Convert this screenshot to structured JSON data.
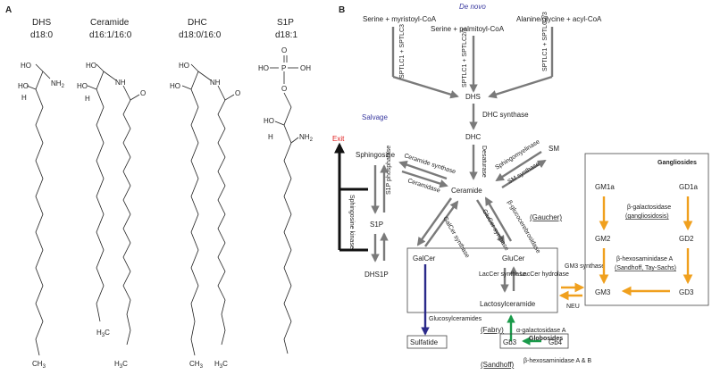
{
  "panel_a": {
    "label": "A",
    "molecules": [
      {
        "name": "DHS",
        "notation": "d18:0"
      },
      {
        "name": "Ceramide",
        "notation": "d16:1/16:0"
      },
      {
        "name": "DHC",
        "notation": "d18:0/16:0"
      },
      {
        "name": "S1P",
        "notation": "d18:1"
      }
    ],
    "atoms": {
      "ho": "HO",
      "h": "H",
      "nh2": "NH",
      "nh2_sub": "2",
      "nh": "NH",
      "o": "O",
      "p": "P",
      "oh": "OH",
      "ch3": "CH",
      "ch3_sub": "3",
      "h3c": "H",
      "h3c_sub": "3",
      "h3c_c": "C"
    }
  },
  "panel_b": {
    "label": "B",
    "de_novo": "De novo",
    "serine_myristoyl": "Serine + myristoyl-CoA",
    "alanine_glycine": "Alanine/glycine + acyl-CoA",
    "serine_palmitoyl": "Serine + palmitoyl-CoA",
    "sptlc_1": "SPTLC1 + SPTLC3",
    "sptlc_2": "SPTLC1 + SPTLC2/3",
    "sptlc_3": "SPTLC1 + SPTLC2/3",
    "dhs": "DHS",
    "dhc_synthase": "DHC synthase",
    "dhc": "DHC",
    "desaturase": "Desaturase",
    "salvage": "Salvage",
    "exit": "Exit",
    "sphingosine": "Sphingosine",
    "ceramide_synthase": "Ceramide synthase",
    "ceramidase": "Ceramidase",
    "ceramide": "Ceramide",
    "sphingomyelinase": "Sphingomyelinase",
    "sm": "SM",
    "sm_synthase": "SM synthase",
    "sphingosine_kinase": "Sphingosine kinase",
    "s1p_phosphatase": "S1P phosphatase",
    "s1p": "S1P",
    "dhs1p": "DHS1P",
    "galcer_synthase": "GalCer synthase",
    "glucer_synthase": "GluCer synthase",
    "beta_glucocerebrosidase": "β-glucocerebrosidase",
    "gaucher": "(Gaucher)",
    "galcer": "GalCer",
    "glucer": "GluCer",
    "laccer_synthase": "LacCer synthase",
    "laccer_hydrolase": "LacCer hydrolase",
    "lactosylceramide": "Lactosylceramide",
    "gm3_synthase": "GM3 synthase",
    "neu": "NEU",
    "glucosylceramides": "Glucosylceramides",
    "sulfatide": "Sulfatide",
    "fabry": "(Fabry)",
    "alpha_gal": "α-galactosidase A",
    "globosides": "Globosides",
    "gb3": "Gb3",
    "gb4": "Gb4",
    "sandhoff": "(Sandhoff)",
    "beta_hex": "β-hexosaminidase A & B",
    "gangliosides": "Gangliosides",
    "gm1a": "GM1a",
    "gd1a": "GD1a",
    "beta_galactosidase": "β-galactosidase",
    "gangliosidosis": "(gangliosidosis)",
    "gm2": "GM2",
    "gd2": "GD2",
    "beta_hex_a": "β-hexosaminidase A",
    "sandhoff_tay": "(Sandhoff, Tay-Sachs)",
    "gm3": "GM3",
    "gd3": "GD3"
  },
  "colors": {
    "gray_arrow": "#7a7a7a",
    "orange": "#f0a01e",
    "blue": "#2b2a8a",
    "green": "#1a9a4a",
    "exit_red": "#e02020",
    "de_novo_blue": "#3a3aa0"
  }
}
